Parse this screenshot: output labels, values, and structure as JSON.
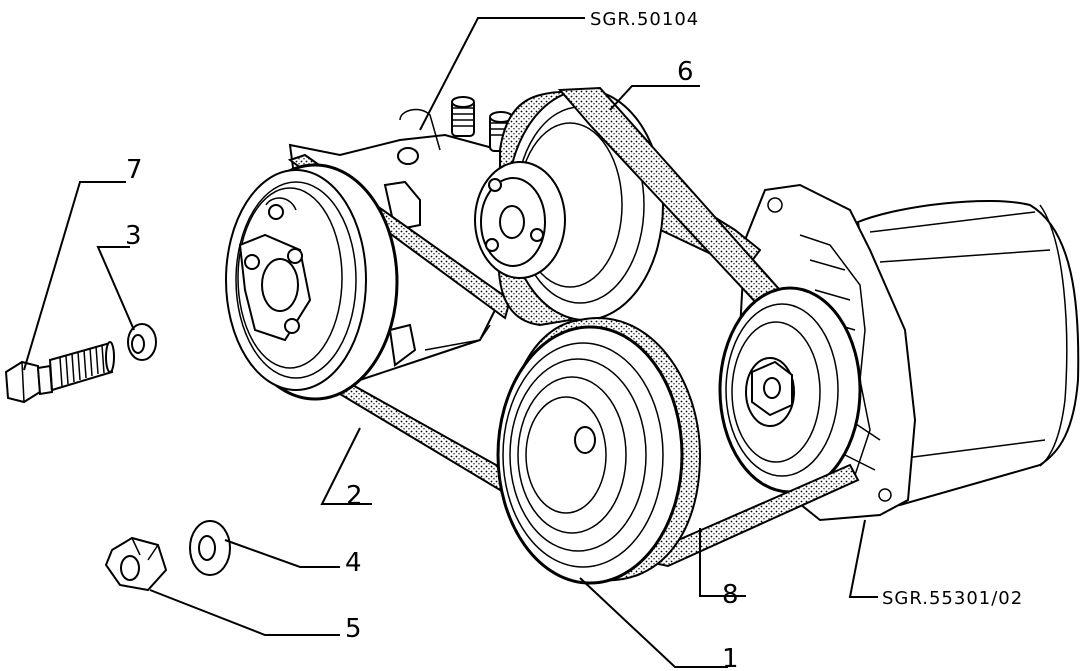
{
  "references": {
    "top": "SGR.50104",
    "right": "SGR.55301/02"
  },
  "callouts": [
    {
      "id": "7",
      "part": "bolt"
    },
    {
      "id": "3",
      "part": "washer"
    },
    {
      "id": "2",
      "part": "belt"
    },
    {
      "id": "4",
      "part": "washer"
    },
    {
      "id": "5",
      "part": "nut"
    },
    {
      "id": "6",
      "part": "belt"
    },
    {
      "id": "8",
      "part": "belt"
    },
    {
      "id": "1",
      "part": "pulley"
    }
  ]
}
